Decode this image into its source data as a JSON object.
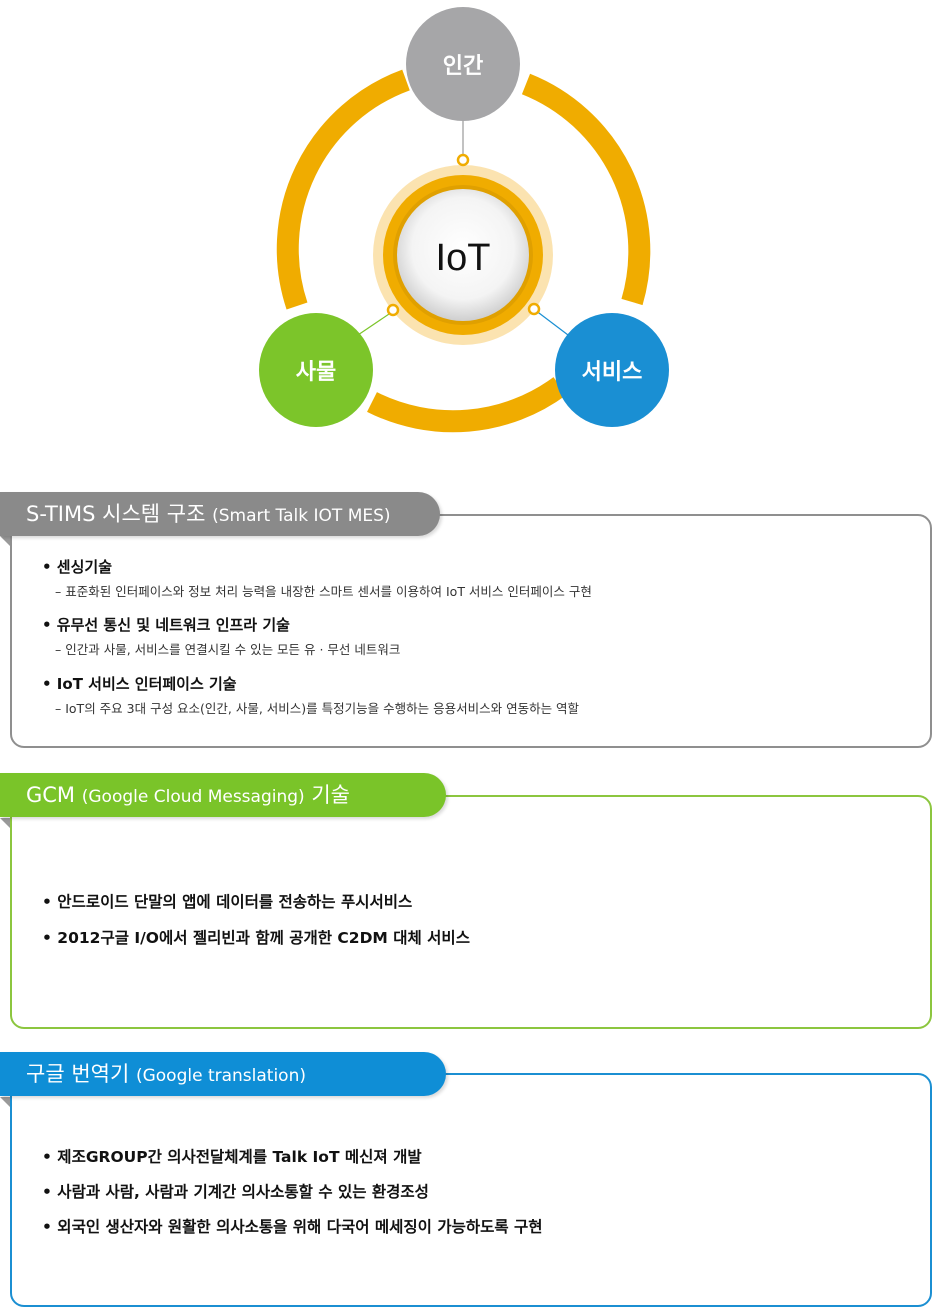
{
  "diagram": {
    "center": "IoT",
    "nodes": {
      "top": "인간",
      "left": "사물",
      "right": "서비스"
    },
    "colors": {
      "ring": "#f0ac00",
      "human": "#a6a6a8",
      "thing": "#7cc52a",
      "service": "#1a8fd3"
    }
  },
  "sections": [
    {
      "title_main": "S-TIMS 시스템 구조",
      "title_sub": "(Smart Talk IOT MES)",
      "color": "#8a8a8a",
      "border": "#8f8f8f",
      "items": [
        {
          "title": "• 센싱기술",
          "desc": "– 표준화된 인터페이스와 정보 처리 능력을 내장한 스마트 센서를 이용하여 IoT 서비스 인터페이스 구현"
        },
        {
          "title": "• 유무선 통신 및 네트워크 인프라 기술",
          "desc": "– 인간과 사물, 서비스를 연결시킬 수 있는 모든 유 · 무선 네트워크"
        },
        {
          "title": "• IoT 서비스 인터페이스 기술",
          "desc": "– IoT의 주요 3대 구성 요소(인간, 사물, 서비스)를 특정기능을 수행하는 응용서비스와 연동하는 역할"
        }
      ]
    },
    {
      "title_main": "GCM",
      "title_sub": "(Google Cloud Messaging)",
      "title_tail": "기술",
      "color": "#7ac429",
      "border": "#8cc63f",
      "items": [
        "• 안드로이드 단말의 앱에 데이터를 전송하는 푸시서비스",
        "• 2012구글 I/O에서 젤리빈과 함께 공개한 C2DM 대체 서비스"
      ]
    },
    {
      "title_main": "구글 번역기",
      "title_sub": "(Google translation)",
      "color": "#0f8ed6",
      "border": "#1b8fd2",
      "items": [
        "• 제조GROUP간 의사전달체계를 Talk IoT 메신져 개발",
        "• 사람과 사람, 사람과 기계간 의사소통할 수 있는 환경조성",
        "• 외국인 생산자와 원활한 의사소통을 위해 다국어 메세징이 가능하도록 구현"
      ]
    }
  ]
}
